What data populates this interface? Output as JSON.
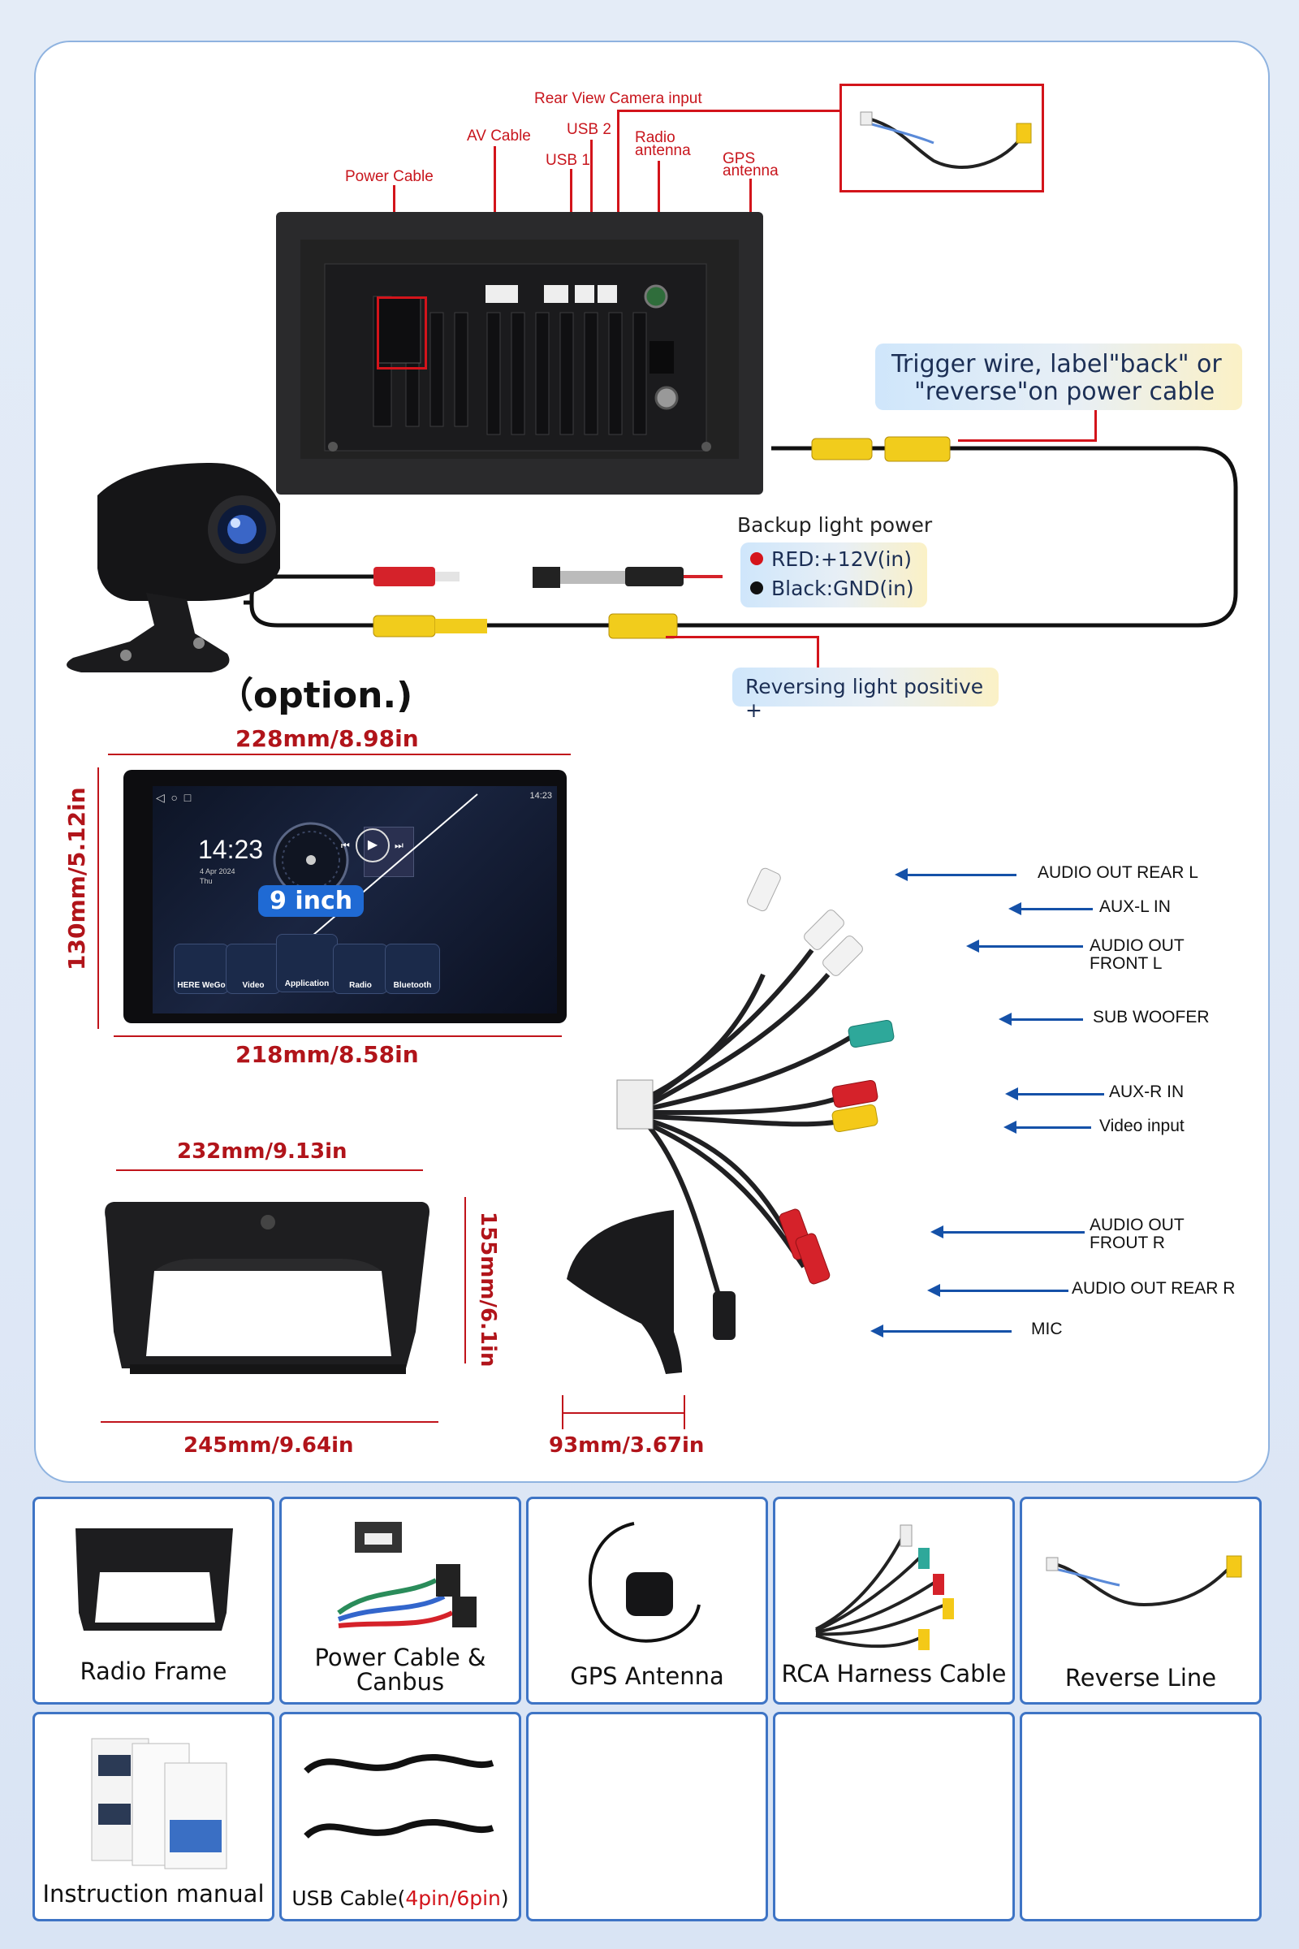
{
  "top_callouts": {
    "rear_camera_input": "Rear View Camera input",
    "usb2": "USB 2",
    "av_cable": "AV Cable",
    "radio_antenna_1": "Radio",
    "radio_antenna_2": "antenna",
    "usb1": "USB 1",
    "gps_antenna_1": "GPS",
    "gps_antenna_2": "antenna",
    "power_cable": "Power Cable"
  },
  "trigger_wire": {
    "line1": "Trigger wire, label\"back\" or",
    "line2": "\"reverse\"on power cable"
  },
  "backup_power": {
    "title": "Backup light power",
    "red": "RED:+12V(in)",
    "black": "Black:GND(in)"
  },
  "reversing_positive": "Reversing light positive +",
  "option": "（option.)",
  "screen": {
    "width_top": "228mm/8.98in",
    "width_bottom": "218mm/8.58in",
    "height": "130mm/5.12in",
    "size_badge": "9 inch",
    "time": "14:23",
    "date_1": "4 Apr 2024",
    "date_2": "Thu",
    "status_time": "14:23",
    "apps": [
      "HERE WeGo",
      "Video",
      "Application",
      "Radio",
      "Bluetooth"
    ]
  },
  "frame_dims": {
    "top": "232mm/9.13in",
    "bottom": "245mm/9.64in",
    "side": "155mm/6.1in",
    "visor": "93mm/3.67in"
  },
  "rca_labels": {
    "audio_out_rear_l": "AUDIO OUT REAR L",
    "aux_l_in": "AUX-L IN",
    "audio_out_front_l_1": "AUDIO OUT",
    "audio_out_front_l_2": "FRONT L",
    "sub_woofer": "SUB WOOFER",
    "aux_r_in": "AUX-R IN",
    "video_input": "Video input",
    "audio_out_front_r_1": "AUDIO OUT",
    "audio_out_front_r_2": "FROUT R",
    "audio_out_rear_r": "AUDIO OUT REAR R",
    "mic": "MIC"
  },
  "package_items": [
    {
      "label": "Radio Frame"
    },
    {
      "label_1": "Power Cable &",
      "label_2": "Canbus"
    },
    {
      "label": "GPS Antenna"
    },
    {
      "label": "RCA Harness Cable"
    },
    {
      "label": "Reverse Line"
    },
    {
      "label": "Instruction manual"
    },
    {
      "label_prefix": "USB Cable(",
      "label_red": "4pin/6pin",
      "label_suffix": ")"
    }
  ],
  "colors": {
    "callout_red": "#c8161d",
    "card_border": "#3e74c5",
    "arrow_blue": "#1551a8",
    "rca_yellow": "#f4c918"
  }
}
